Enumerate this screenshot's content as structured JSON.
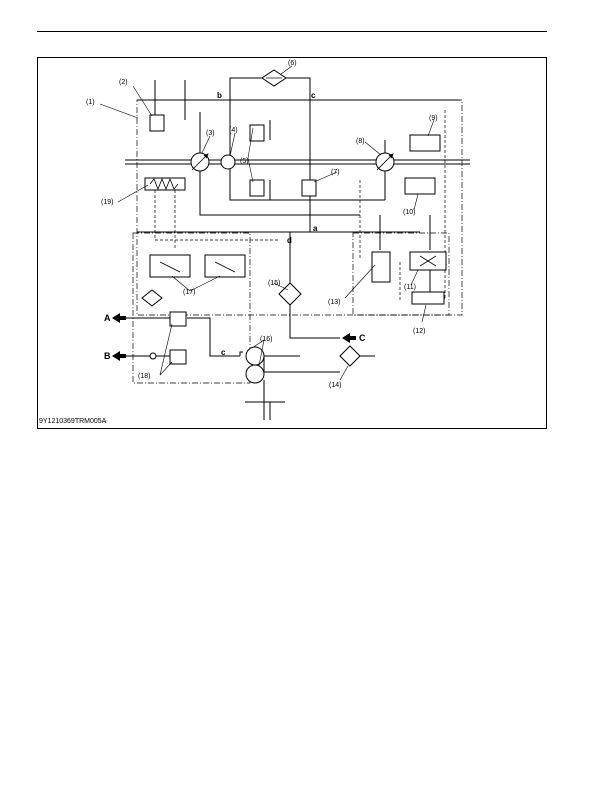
{
  "figure_code": "9Y1210369TRM005A",
  "callouts": [
    "(1)",
    "(2)",
    "(3)",
    "(4)",
    "(5)",
    "(6)",
    "(7)",
    "(8)",
    "(9)",
    "(10)",
    "(11)",
    "(12)",
    "(13)",
    "(14)",
    "(15)",
    "(16)",
    "(17)",
    "(18)",
    "(19)"
  ],
  "node_letters": [
    "b",
    "c",
    "a",
    "d",
    "c"
  ],
  "port_letters": [
    "A",
    "B",
    "C"
  ]
}
